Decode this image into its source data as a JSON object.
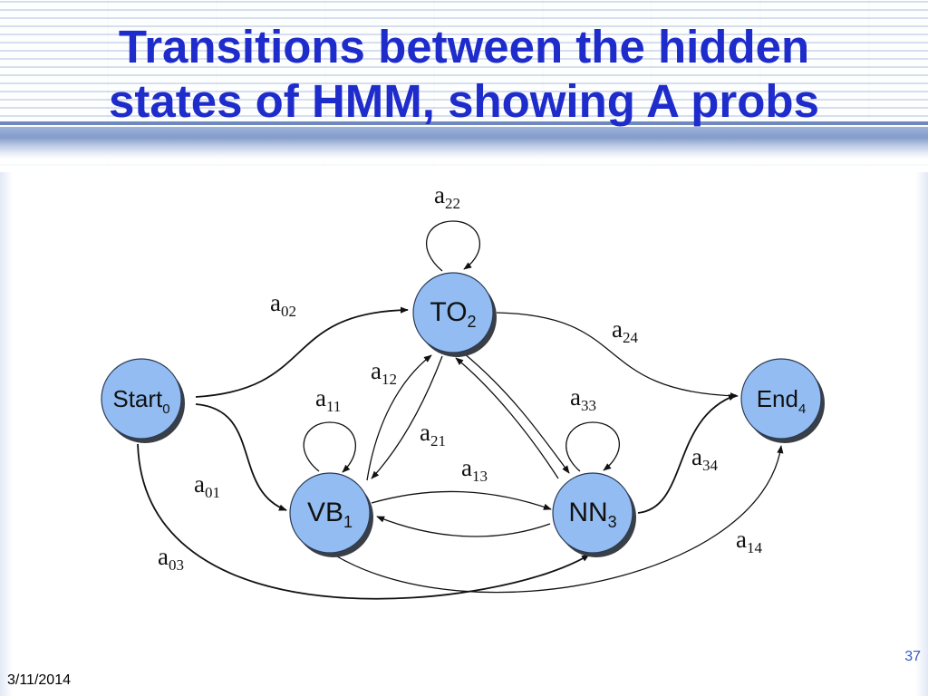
{
  "slide": {
    "title_line1": "Transitions between the hidden",
    "title_line2": "states of HMM, showing A probs",
    "page_number": "37",
    "date": "3/11/2014"
  },
  "colors": {
    "title": "#1f2ccc",
    "node_fill": "#93bdf2",
    "node_stroke": "#2a3a55",
    "node_shadow": "#3a3f47",
    "edge": "#111111"
  },
  "diagram": {
    "nodes": [
      {
        "id": "start",
        "name": "Start",
        "sub": "0"
      },
      {
        "id": "to",
        "name": "TO",
        "sub": "2"
      },
      {
        "id": "vb",
        "name": "VB",
        "sub": "1"
      },
      {
        "id": "nn",
        "name": "NN",
        "sub": "3"
      },
      {
        "id": "end",
        "name": "End",
        "sub": "4"
      }
    ],
    "edges": [
      {
        "id": "a22",
        "from": "to",
        "to": "to",
        "base": "a",
        "sub": "22"
      },
      {
        "id": "a11",
        "from": "vb",
        "to": "vb",
        "base": "a",
        "sub": "11"
      },
      {
        "id": "a33",
        "from": "nn",
        "to": "nn",
        "base": "a",
        "sub": "33"
      },
      {
        "id": "a02",
        "from": "start",
        "to": "to",
        "base": "a",
        "sub": "02"
      },
      {
        "id": "a01",
        "from": "start",
        "to": "vb",
        "base": "a",
        "sub": "01"
      },
      {
        "id": "a03",
        "from": "start",
        "to": "nn",
        "base": "a",
        "sub": "03"
      },
      {
        "id": "a24",
        "from": "to",
        "to": "end",
        "base": "a",
        "sub": "24"
      },
      {
        "id": "a12",
        "from": "vb",
        "to": "to",
        "base": "a",
        "sub": "12"
      },
      {
        "id": "a21",
        "from": "to",
        "to": "vb",
        "base": "a",
        "sub": "21"
      },
      {
        "id": "a13",
        "from": "vb",
        "to": "nn",
        "base": "a",
        "sub": "13"
      },
      {
        "id": "a31",
        "from": "nn",
        "to": "vb",
        "base": "a",
        "sub": ""
      },
      {
        "id": "a23",
        "from": "to",
        "to": "nn",
        "base": "a",
        "sub": ""
      },
      {
        "id": "a32",
        "from": "nn",
        "to": "to",
        "base": "a",
        "sub": ""
      },
      {
        "id": "a34",
        "from": "nn",
        "to": "end",
        "base": "a",
        "sub": "34"
      },
      {
        "id": "a14",
        "from": "vb",
        "to": "end",
        "base": "a",
        "sub": "14"
      }
    ]
  }
}
